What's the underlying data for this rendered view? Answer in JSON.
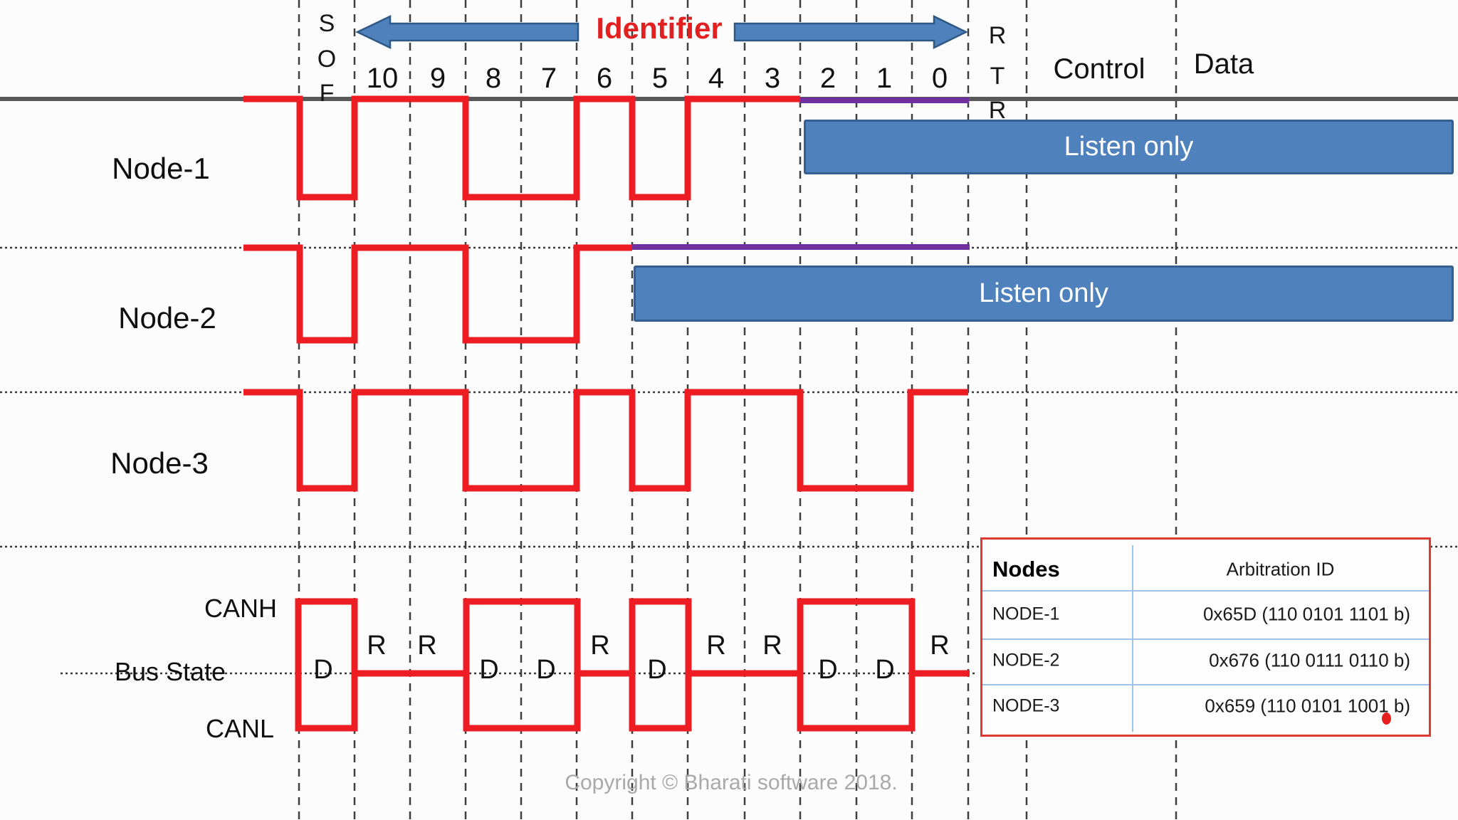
{
  "header": {
    "sof": [
      "S",
      "O",
      "F"
    ],
    "identifier_label": "Identifier",
    "bits": [
      "10",
      "9",
      "8",
      "7",
      "6",
      "5",
      "4",
      "3",
      "2",
      "1",
      "0"
    ],
    "rtr": [
      "R",
      "T",
      "R"
    ],
    "control_label": "Control",
    "data_label": "Data"
  },
  "nodes": [
    {
      "label": "Node-1",
      "listen_label": "Listen only"
    },
    {
      "label": "Node-2",
      "listen_label": "Listen only"
    },
    {
      "label": "Node-3"
    }
  ],
  "bus": {
    "canh_label": "CANH",
    "bus_state_label": "Bus State",
    "canl_label": "CANL",
    "labels": [
      "D",
      "R",
      "R",
      "D",
      "D",
      "R",
      "D",
      "R",
      "R",
      "D",
      "D",
      "R"
    ]
  },
  "waveforms": {
    "columns": [
      "SOF",
      "10",
      "9",
      "8",
      "7",
      "6",
      "5",
      "4",
      "3",
      "2",
      "1",
      "0"
    ],
    "node1_levels": [
      "D",
      "R",
      "R",
      "D",
      "D",
      "R",
      "D",
      "R",
      "R",
      "listen",
      "listen",
      "listen"
    ],
    "node2_levels": [
      "D",
      "R",
      "R",
      "D",
      "D",
      "R",
      "listen",
      "listen",
      "listen",
      "listen",
      "listen",
      "listen"
    ],
    "node3_levels": [
      "D",
      "R",
      "R",
      "D",
      "D",
      "R",
      "D",
      "R",
      "R",
      "D",
      "D",
      "R"
    ],
    "bus_levels": [
      "D",
      "R",
      "R",
      "D",
      "D",
      "R",
      "D",
      "R",
      "R",
      "D",
      "D",
      "R"
    ]
  },
  "table": {
    "headers": [
      "Nodes",
      "Arbitration ID"
    ],
    "rows": [
      [
        "NODE-1",
        "0x65D (110 0101 1101 b)"
      ],
      [
        "NODE-2",
        "0x676 (110 0111 0110 b)"
      ],
      [
        "NODE-3",
        "0x659 (110 0101 1001 b)"
      ]
    ]
  },
  "footer": {
    "copyright": "Copyright © Bharati software 2018."
  },
  "colors": {
    "waveform_red": "#ee1c23",
    "purple": "#7030a0",
    "listen_bar_blue": "#4f81bd",
    "listen_bar_border": "#365f91",
    "arrow_blue": "#4f81bd",
    "bus_line_gray": "#595959",
    "grid_dash_gray": "#3f3f3f",
    "identifier_red": "#e32020",
    "table_border_red": "#dd3a31",
    "table_inner_line_blue": "#9dc3e6"
  }
}
